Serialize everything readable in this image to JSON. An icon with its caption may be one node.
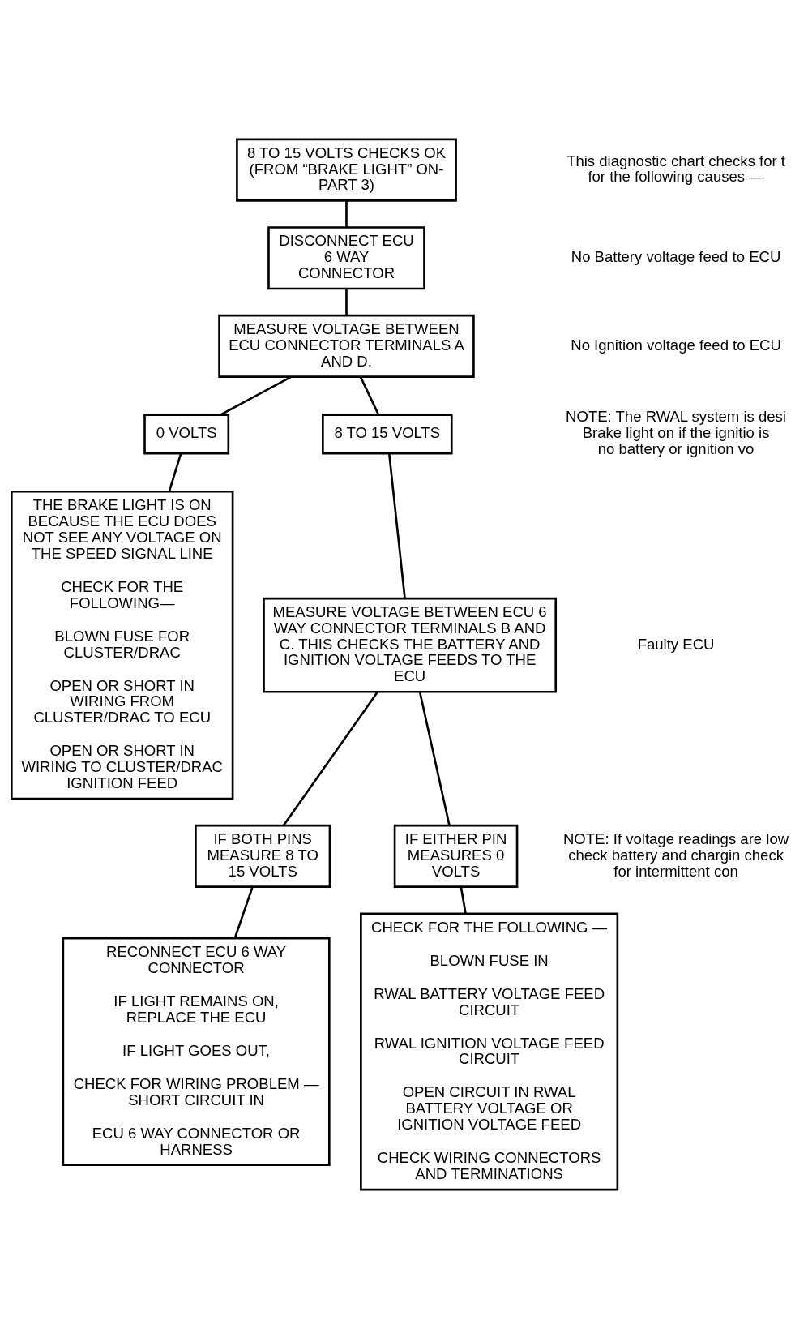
{
  "diagram": {
    "nodes": [
      {
        "text": [
          "8 TO 15 VOLTS CHECKS OK (FROM “BRAKE LIGHT” ON-PART 3)"
        ]
      },
      {
        "text": [
          "DISCONNECT ECU 6 WAY CONNECTOR"
        ]
      },
      {
        "text": [
          "MEASURE VOLTAGE BETWEEN ECU CONNECTOR TERMINALS A AND D."
        ]
      },
      {
        "text": [
          "0 VOLTS"
        ]
      },
      {
        "text": [
          "8 TO 15 VOLTS"
        ]
      },
      {
        "text": [
          "THE BRAKE LIGHT IS ON BECAUSE THE ECU DOES NOT SEE ANY VOLTAGE ON THE SPEED SIGNAL LINE",
          "CHECK FOR THE FOLLOWING—",
          "BLOWN FUSE FOR CLUSTER/DRAC",
          "OPEN OR SHORT IN WIRING FROM CLUSTER/DRAC TO ECU",
          "OPEN OR SHORT IN WIRING TO CLUSTER/DRAC IGNITION FEED"
        ]
      },
      {
        "text": [
          "MEASURE VOLTAGE BETWEEN ECU 6 WAY CONNECTOR TERMINALS B AND C. THIS CHECKS THE BATTERY AND IGNITION VOLTAGE FEEDS TO THE ECU"
        ]
      },
      {
        "text": [
          "IF BOTH PINS MEASURE 8 TO 15 VOLTS"
        ]
      },
      {
        "text": [
          "IF EITHER PIN MEASURES 0 VOLTS"
        ]
      },
      {
        "text": [
          "RECONNECT ECU 6 WAY CONNECTOR",
          "IF LIGHT REMAINS ON, REPLACE THE ECU",
          "IF LIGHT GOES OUT,",
          "CHECK FOR WIRING PROBLEM — SHORT CIRCUIT IN",
          "ECU 6 WAY CONNECTOR OR HARNESS"
        ]
      },
      {
        "text": [
          "CHECK FOR THE FOLLOWING —",
          "BLOWN FUSE IN",
          "RWAL BATTERY VOLTAGE FEED CIRCUIT",
          "RWAL IGNITION VOLTAGE FEED CIRCUIT",
          "OPEN CIRCUIT IN RWAL BATTERY VOLTAGE OR IGNITION VOLTAGE FEED",
          "CHECK WIRING CONNECTORS AND TERMINATIONS"
        ]
      }
    ],
    "edges": [
      {
        "from": 0,
        "to": 1,
        "arrow": "none"
      },
      {
        "from": 1,
        "to": 2,
        "arrow": "none"
      },
      {
        "from": 2,
        "to": 3,
        "arrow": "none"
      },
      {
        "from": 2,
        "to": 4,
        "arrow": "none"
      },
      {
        "from": 3,
        "to": 5,
        "arrow": "none"
      },
      {
        "from": 4,
        "to": 6,
        "arrow": "none"
      },
      {
        "from": 6,
        "to": 7,
        "arrow": "none"
      },
      {
        "from": 6,
        "to": 8,
        "arrow": "none"
      },
      {
        "from": 7,
        "to": 9,
        "arrow": "none"
      },
      {
        "from": 8,
        "to": 10,
        "arrow": "none"
      }
    ],
    "labels": [
      "This diagnostic chart checks for t for the following causes —",
      "No Battery voltage feed to ECU",
      "No Ignition voltage feed to ECU",
      "NOTE: The RWAL system is desi Brake light on if the ignitio is no battery or ignition vo",
      "Faulty ECU",
      "NOTE: If voltage readings are low check battery and chargin check for intermittent con"
    ]
  }
}
